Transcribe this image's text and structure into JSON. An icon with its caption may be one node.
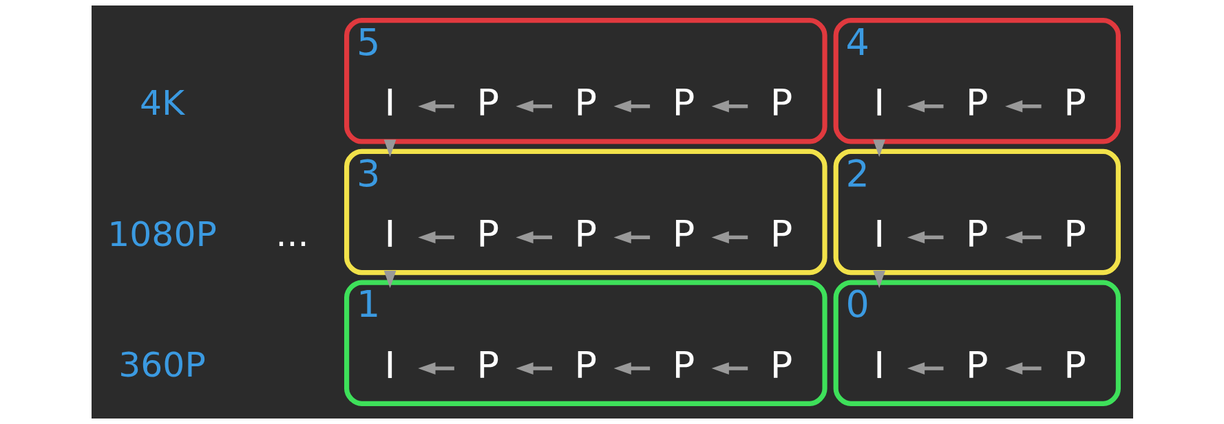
{
  "diagram": {
    "nodes": [
      {
        "text": [
          "5"
        ]
      },
      {
        "text": [
          "I"
        ],
        "in": 0
      },
      {
        "text": [
          "P"
        ],
        "in": 0
      },
      {
        "text": [
          "P"
        ],
        "in": 0
      },
      {
        "text": [
          "P"
        ],
        "in": 0
      },
      {
        "text": [
          "P"
        ],
        "in": 0
      },
      {
        "text": [
          "4"
        ]
      },
      {
        "text": [
          "I"
        ],
        "in": 6
      },
      {
        "text": [
          "P"
        ],
        "in": 6
      },
      {
        "text": [
          "P"
        ],
        "in": 6
      },
      {
        "text": [
          "3"
        ]
      },
      {
        "text": [
          "I"
        ],
        "in": 10
      },
      {
        "text": [
          "P"
        ],
        "in": 10
      },
      {
        "text": [
          "P"
        ],
        "in": 10
      },
      {
        "text": [
          "P"
        ],
        "in": 10
      },
      {
        "text": [
          "P"
        ],
        "in": 10
      },
      {
        "text": [
          "2"
        ]
      },
      {
        "text": [
          "I"
        ],
        "in": 16
      },
      {
        "text": [
          "P"
        ],
        "in": 16
      },
      {
        "text": [
          "P"
        ],
        "in": 16
      },
      {
        "text": [
          "1"
        ]
      },
      {
        "text": [
          "I"
        ],
        "in": 20
      },
      {
        "text": [
          "P"
        ],
        "in": 20
      },
      {
        "text": [
          "P"
        ],
        "in": 20
      },
      {
        "text": [
          "P"
        ],
        "in": 20
      },
      {
        "text": [
          "P"
        ],
        "in": 20
      },
      {
        "text": [
          "0"
        ]
      },
      {
        "text": [
          "I"
        ],
        "in": 26
      },
      {
        "text": [
          "P"
        ],
        "in": 26
      },
      {
        "text": [
          "P"
        ],
        "in": 26
      }
    ],
    "edges": [
      {
        "from": 2,
        "to": 1,
        "arrow": "to"
      },
      {
        "from": 3,
        "to": 2,
        "arrow": "to"
      },
      {
        "from": 4,
        "to": 3,
        "arrow": "to"
      },
      {
        "from": 5,
        "to": 4,
        "arrow": "to"
      },
      {
        "from": 8,
        "to": 7,
        "arrow": "to"
      },
      {
        "from": 9,
        "to": 8,
        "arrow": "to"
      },
      {
        "from": 12,
        "to": 11,
        "arrow": "to"
      },
      {
        "from": 13,
        "to": 12,
        "arrow": "to"
      },
      {
        "from": 14,
        "to": 13,
        "arrow": "to"
      },
      {
        "from": 15,
        "to": 14,
        "arrow": "to"
      },
      {
        "from": 18,
        "to": 17,
        "arrow": "to"
      },
      {
        "from": 19,
        "to": 18,
        "arrow": "to"
      },
      {
        "from": 22,
        "to": 21,
        "arrow": "to"
      },
      {
        "from": 23,
        "to": 22,
        "arrow": "to"
      },
      {
        "from": 24,
        "to": 23,
        "arrow": "to"
      },
      {
        "from": 25,
        "to": 24,
        "arrow": "to"
      },
      {
        "from": 28,
        "to": 27,
        "arrow": "to"
      },
      {
        "from": 29,
        "to": 28,
        "arrow": "to"
      },
      {
        "from": 0,
        "to": 10,
        "arrow": "to"
      },
      {
        "from": 10,
        "to": 20,
        "arrow": "to"
      },
      {
        "from": 6,
        "to": 16,
        "arrow": "to"
      },
      {
        "from": 16,
        "to": 26,
        "arrow": "to"
      }
    ],
    "labels": [
      "4K",
      "1080P",
      "360P",
      "..."
    ]
  }
}
